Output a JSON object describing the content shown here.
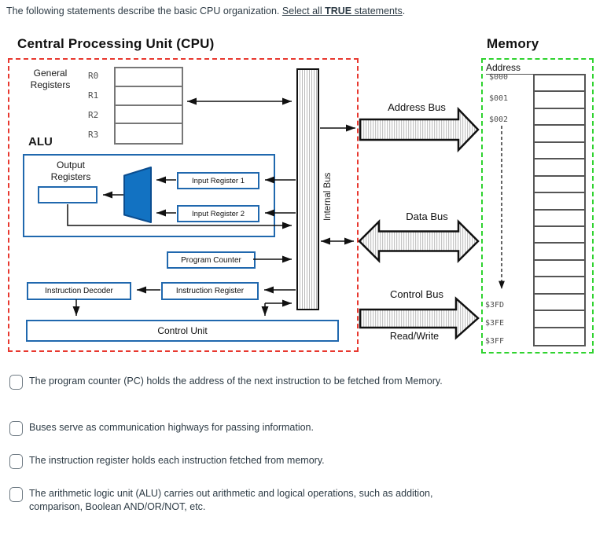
{
  "question": {
    "prefix": "The following statements describe the basic CPU organization. ",
    "underline_pre": "Select all ",
    "underline_bold": "TRUE",
    "underline_post": " statements",
    "suffix": "."
  },
  "cpu": {
    "title": "Central Processing Unit (CPU)",
    "general_registers_label": "General\nRegisters",
    "register_labels": [
      "R0",
      "R1",
      "R2",
      "R3"
    ],
    "alu_label": "ALU",
    "output_registers_label": "Output\nRegisters",
    "input_register_1": "Input Register 1",
    "input_register_2": "Input Register 2",
    "program_counter": "Program Counter",
    "instruction_decoder": "Instruction Decoder",
    "instruction_register": "Instruction Register",
    "control_unit": "Control Unit",
    "internal_bus": "Internal Bus"
  },
  "buses": {
    "address": "Address Bus",
    "data": "Data Bus",
    "control": "Control Bus",
    "read_write": "Read/Write"
  },
  "memory": {
    "title": "Memory",
    "address_label": "Address",
    "top_addresses": [
      "$000",
      "$001",
      "$002"
    ],
    "bottom_addresses": [
      "$3FD",
      "$3FE",
      "$3FF"
    ],
    "cell_count": 16
  },
  "statements": [
    {
      "label": "The program counter (PC) holds the address of the next instruction to be fetched from Memory.",
      "checked": false
    },
    {
      "label": "Buses serve as communication highways for passing information.",
      "checked": false
    },
    {
      "label": "The instruction register holds each instruction fetched from memory.",
      "checked": false
    },
    {
      "label": "The arithmetic logic unit (ALU) carries out arithmetic and logical operations, such as addition, comparison, Boolean AND/OR/NOT, etc.",
      "checked": false
    }
  ],
  "colors": {
    "box_border_blue": "#2068ae",
    "alu_fill": "#1272c2",
    "cpu_border_red": "#e8382f",
    "memory_border_green": "#2fd32f"
  }
}
